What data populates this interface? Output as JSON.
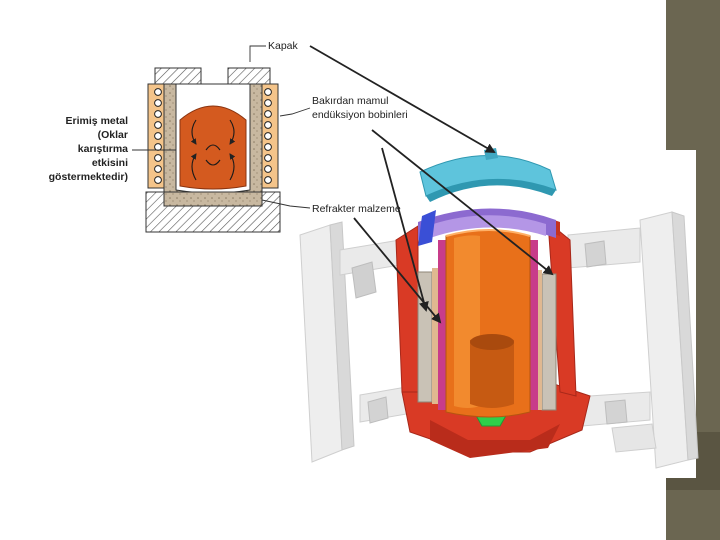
{
  "colors": {
    "side_band": "#6b6651",
    "side_accent": "#5a5542",
    "sand": "#c8b8a0",
    "molten_metal": "#d45a1f",
    "coil_bg": "#f4c48a",
    "refractory_red": "#d93a25",
    "crucible_orange": "#e8701a",
    "lid_blue": "#5ec4dc",
    "lining_purple": "#8c6ad0",
    "frame_grey": "#e4e4e4"
  },
  "labels": {
    "kapak": "Kapak",
    "coil_line1": "Bakırdan mamul",
    "coil_line2": "endüksiyon bobinleri",
    "refrakter": "Refrakter malzeme",
    "metal_line1": "Erimiş metal",
    "metal_line2": "(Oklar",
    "metal_line3": "karıştırma",
    "metal_line4": "etkisini",
    "metal_line5": "göstermektedir)"
  }
}
